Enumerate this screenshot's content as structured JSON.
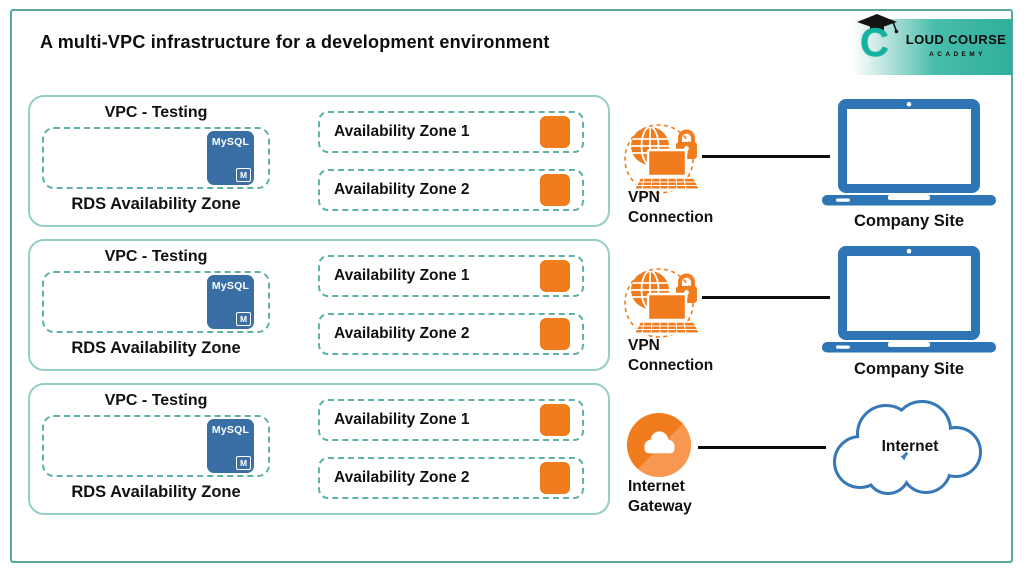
{
  "title": "A multi-VPC infrastructure for a development environment",
  "logo": {
    "initial": "C",
    "name_rest": "LOUD COURSE",
    "subtitle": "ACADEMY"
  },
  "vpc_blocks": [
    {
      "title": "VPC - Testing",
      "db_name": "MySQL",
      "db_badge": "M",
      "rds_label": "RDS Availability Zone",
      "zones": [
        {
          "label": "Availability Zone 1"
        },
        {
          "label": "Availability Zone 2"
        }
      ]
    },
    {
      "title": "VPC - Testing",
      "db_name": "MySQL",
      "db_badge": "M",
      "rds_label": "RDS Availability Zone",
      "zones": [
        {
          "label": "Availability Zone 1"
        },
        {
          "label": "Availability Zone 2"
        }
      ]
    },
    {
      "title": "VPC - Testing",
      "db_name": "MySQL",
      "db_badge": "M",
      "rds_label": "RDS Availability Zone",
      "zones": [
        {
          "label": "Availability Zone 1"
        },
        {
          "label": "Availability Zone 2"
        }
      ]
    }
  ],
  "connections": [
    {
      "label_line1": "VPN",
      "label_line2": "Connection",
      "endpoint_label": "Company Site"
    },
    {
      "label_line1": "VPN",
      "label_line2": "Connection",
      "endpoint_label": "Company Site"
    },
    {
      "label_line1": "Internet",
      "label_line2": "Gateway",
      "endpoint_label": "Internet"
    }
  ],
  "colors": {
    "frame_teal": "#57a7a2",
    "dash_teal": "#5fb0a8",
    "block_teal": "#97cdc7",
    "orange": "#f07c1e",
    "laptop_blue": "#2e75b6",
    "mysql_blue": "#3a6fa5",
    "cloud_outline": "#3778b8",
    "logo_teal": "#2fae9c"
  }
}
